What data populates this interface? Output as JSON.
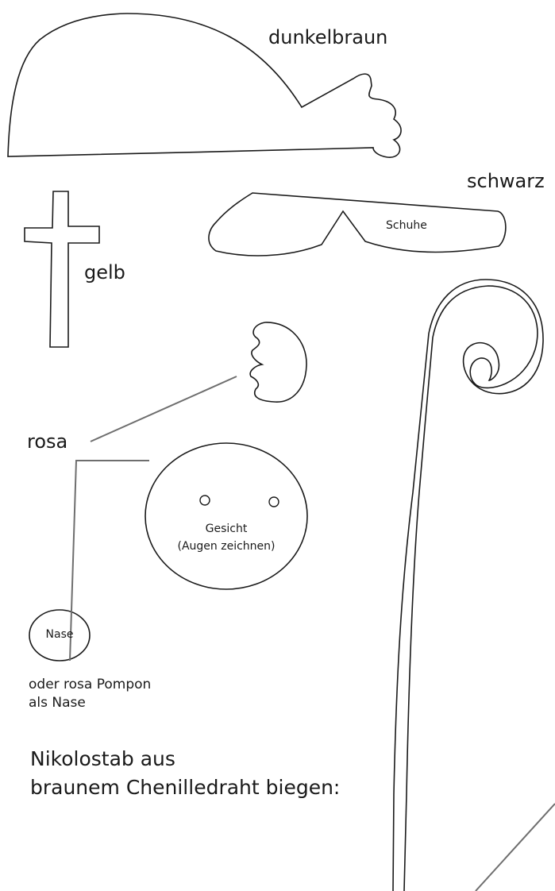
{
  "labels": {
    "hat_color": "dunkelbraun",
    "shoes_color": "schwarz",
    "shoes_name": "Schuhe",
    "cross_color": "gelb",
    "pink_color": "rosa",
    "face_line1": "Gesicht",
    "face_line2": "(Augen zeichnen)",
    "nose_name": "Nase",
    "pompon_line1": "oder rosa Pompon",
    "pompon_line2": "als Nase",
    "staff_line1": "Nikolostab aus",
    "staff_line2": "braunem Chenilledraht biegen:"
  },
  "colors": {
    "outline": "#1a1a1a",
    "leader_line": "#6e6e6e",
    "background": "#ffffff"
  }
}
